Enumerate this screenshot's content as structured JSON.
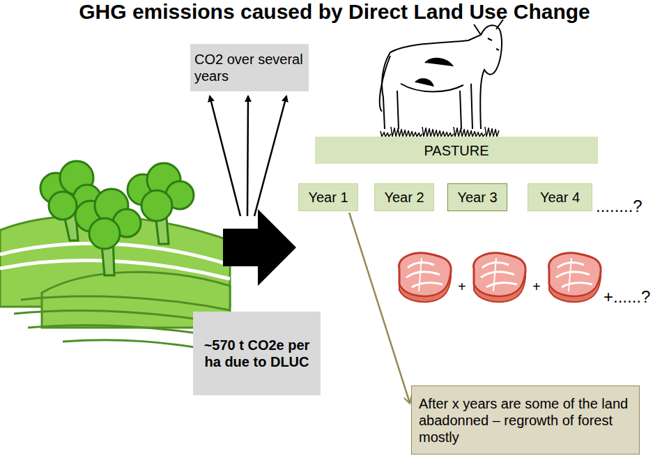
{
  "diagram": {
    "title": "GHG emissions caused by Direct Land Use Change",
    "nodes": [
      {
        "text": [
          "CO2 over several years"
        ]
      },
      {
        "text": [
          "PASTURE"
        ]
      },
      {
        "text": [
          "Year 1"
        ]
      },
      {
        "text": [
          "Year 2"
        ]
      },
      {
        "text": [
          "Year 3"
        ]
      },
      {
        "text": [
          "Year 4"
        ]
      },
      {
        "text": [
          "~570 t CO2e per ha due to DLUC"
        ]
      },
      {
        "text": [
          "After x years are some of the land abadonned – regrowth of forest mostly"
        ]
      }
    ],
    "edges": [
      {
        "from": 2,
        "to": 7,
        "arrow": "to"
      }
    ],
    "labels": [
      "........?",
      "+",
      "+",
      "+......?"
    ]
  }
}
